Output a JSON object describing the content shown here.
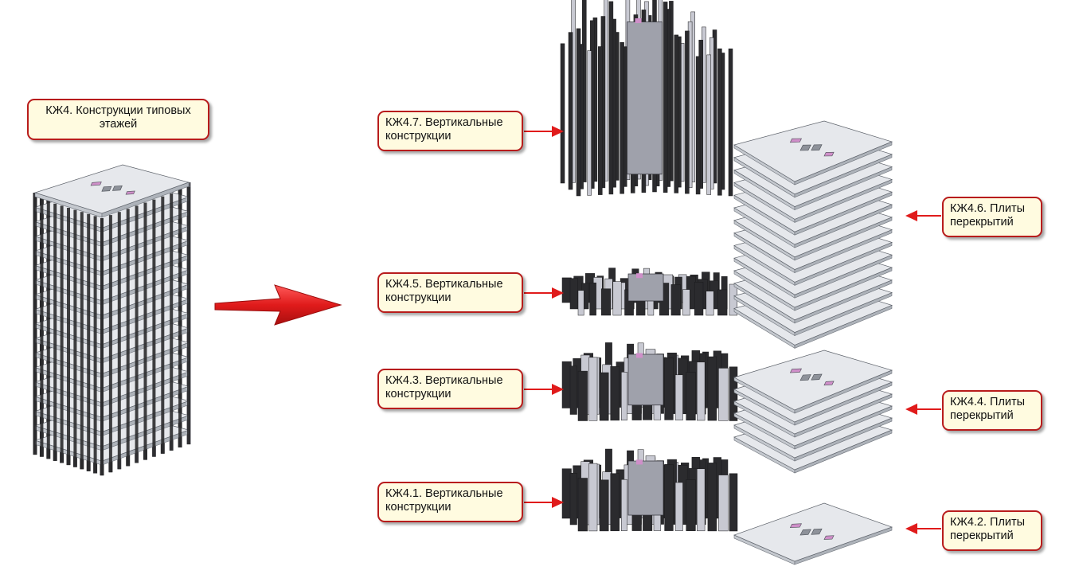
{
  "colors": {
    "arrow": "#e01b1b",
    "label_fill": "#fffbe0",
    "label_border": "#b81c1c",
    "slab_top": "#e6e8ec",
    "slab_side": "#c4c8ce",
    "wall_dark": "#2b2b2e",
    "wall_light": "#c8c9d2",
    "accent": "#cf8fc9"
  },
  "labels": {
    "main": "КЖ4. Конструкции типовых\nэтажей",
    "v47": "КЖ4.7. Вертикальные\nконструкции",
    "v45": "КЖ4.5. Вертикальные\nконструкции",
    "v43": "КЖ4.3. Вертикальные\nконструкции",
    "v41": "КЖ4.1. Вертикальные\nконструкции",
    "p46": "КЖ4.6. Плиты\nперекрытий",
    "p44": "КЖ4.4. Плиты\nперекрытий",
    "p42": "КЖ4.2. Плиты\nперекрытий"
  },
  "groups": {
    "building": {
      "floors": 18
    },
    "v47": {
      "floors": 10
    },
    "v45": {
      "floors": 1
    },
    "v43": {
      "floors": 3
    },
    "v41": {
      "floors": 3
    },
    "p46": {
      "floors": 14
    },
    "p44": {
      "floors": 6
    },
    "p42": {
      "floors": 1
    }
  }
}
